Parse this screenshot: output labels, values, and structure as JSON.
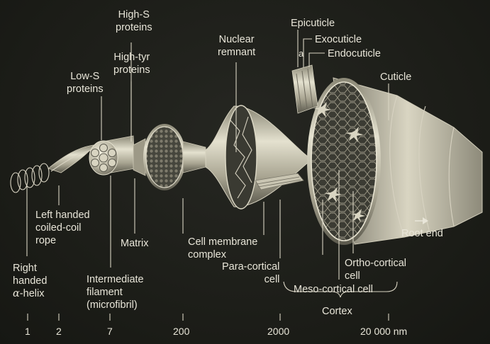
{
  "labels": {
    "high_s": "High-S\nproteins",
    "high_tyr": "High-tyr\nproteins",
    "low_s": "Low-S\nproteins",
    "nuclear": "Nuclear\nremnant",
    "epicuticle": "Epicuticle",
    "exocuticle": "Exocuticle",
    "a_mark": "a",
    "endocuticle": "Endocuticle",
    "cuticle": "Cuticle",
    "left_handed": "Left handed\ncoiled-coil\nrope",
    "matrix": "Matrix",
    "cell_membrane": "Cell membrane\ncomplex",
    "root_end": "Root end",
    "right_handed": "Right\nhanded",
    "alpha_helix": "-helix",
    "alpha": "α",
    "intermediate": "Intermediate\nfilament\n(microfibril)",
    "para": "Para-cortical\ncell",
    "ortho": "Ortho-cortical\ncell",
    "meso": "Meso-cortical cell",
    "cortex": "Cortex"
  },
  "scale": {
    "values": [
      "1",
      "2",
      "7",
      "200",
      "2000",
      "20 000"
    ],
    "unit": "nm"
  },
  "colors": {
    "background": "#1b1c17",
    "structure_light": "#d9d6c4",
    "structure_dark": "#3a3a32",
    "label_text": "#e8e5d8"
  },
  "icons": {
    "root_end": "arrow-right-icon"
  }
}
